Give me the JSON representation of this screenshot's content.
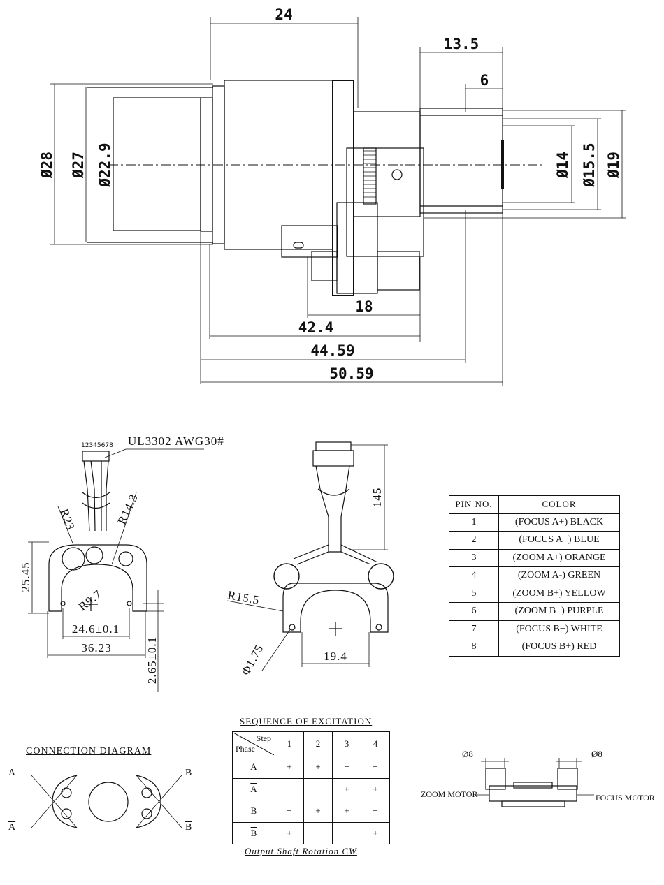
{
  "top_view": {
    "dim_24": "24",
    "dim_13_5": "13.5",
    "dim_6": "6",
    "dim_d28": "Ø28",
    "dim_d27": "Ø27",
    "dim_d22_9": "Ø22.9",
    "dim_d14": "Ø14",
    "dim_d15_5": "Ø15.5",
    "dim_d19": "Ø19",
    "dim_18": "18",
    "dim_42_4": "42.4",
    "dim_44_59": "44.59",
    "dim_50_59": "50.59"
  },
  "connector_view": {
    "pin_numbers": "12345678",
    "cable_spec": "UL3302  AWG30#",
    "r23": "R23",
    "r14_3": "R14.3",
    "r9_7": "R9.7",
    "dim_25_45": "25.45",
    "dim_24_6": "24.6±0.1",
    "dim_36_23": "36.23",
    "dim_2_65": "2.65±0.1"
  },
  "cable_view": {
    "dim_145": "145",
    "r15_5": "R15.5",
    "d1_75": "Φ1.75",
    "dim_19_4": "19.4"
  },
  "pin_table": {
    "header_no": "PIN NO.",
    "header_color": "COLOR",
    "rows": [
      {
        "no": "1",
        "color": "(FOCUS A+) BLACK"
      },
      {
        "no": "2",
        "color": "(FOCUS A−) BLUE"
      },
      {
        "no": "3",
        "color": "(ZOOM A+) ORANGE"
      },
      {
        "no": "4",
        "color": "(ZOOM A-) GREEN"
      },
      {
        "no": "5",
        "color": "(ZOOM B+) YELLOW"
      },
      {
        "no": "6",
        "color": "(ZOOM B−) PURPLE"
      },
      {
        "no": "7",
        "color": "(FOCUS B−) WHITE"
      },
      {
        "no": "8",
        "color": "(FOCUS B+) RED"
      }
    ]
  },
  "connection": {
    "title": "CONNECTION DIAGRAM",
    "a": "A",
    "a_bar": "A",
    "b": "B",
    "b_bar": "B"
  },
  "sequence": {
    "title": "SEQUENCE OF EXCITATION",
    "step_label": "Step",
    "phase_label": "Phase",
    "steps": [
      "1",
      "2",
      "3",
      "4"
    ],
    "rows": [
      {
        "phase": "A",
        "bar": false,
        "values": [
          "+",
          "+",
          "−",
          "−"
        ]
      },
      {
        "phase": "A",
        "bar": true,
        "values": [
          "−",
          "−",
          "+",
          "+"
        ]
      },
      {
        "phase": "B",
        "bar": false,
        "values": [
          "−",
          "+",
          "+",
          "−"
        ]
      },
      {
        "phase": "B",
        "bar": true,
        "values": [
          "+",
          "−",
          "−",
          "+"
        ]
      }
    ],
    "footer": "Output Shaft Rotation CW"
  },
  "motors": {
    "d8_left": "Ø8",
    "d8_right": "Ø8",
    "zoom": "ZOOM MOTOR",
    "focus": "FOCUS MOTOR"
  }
}
